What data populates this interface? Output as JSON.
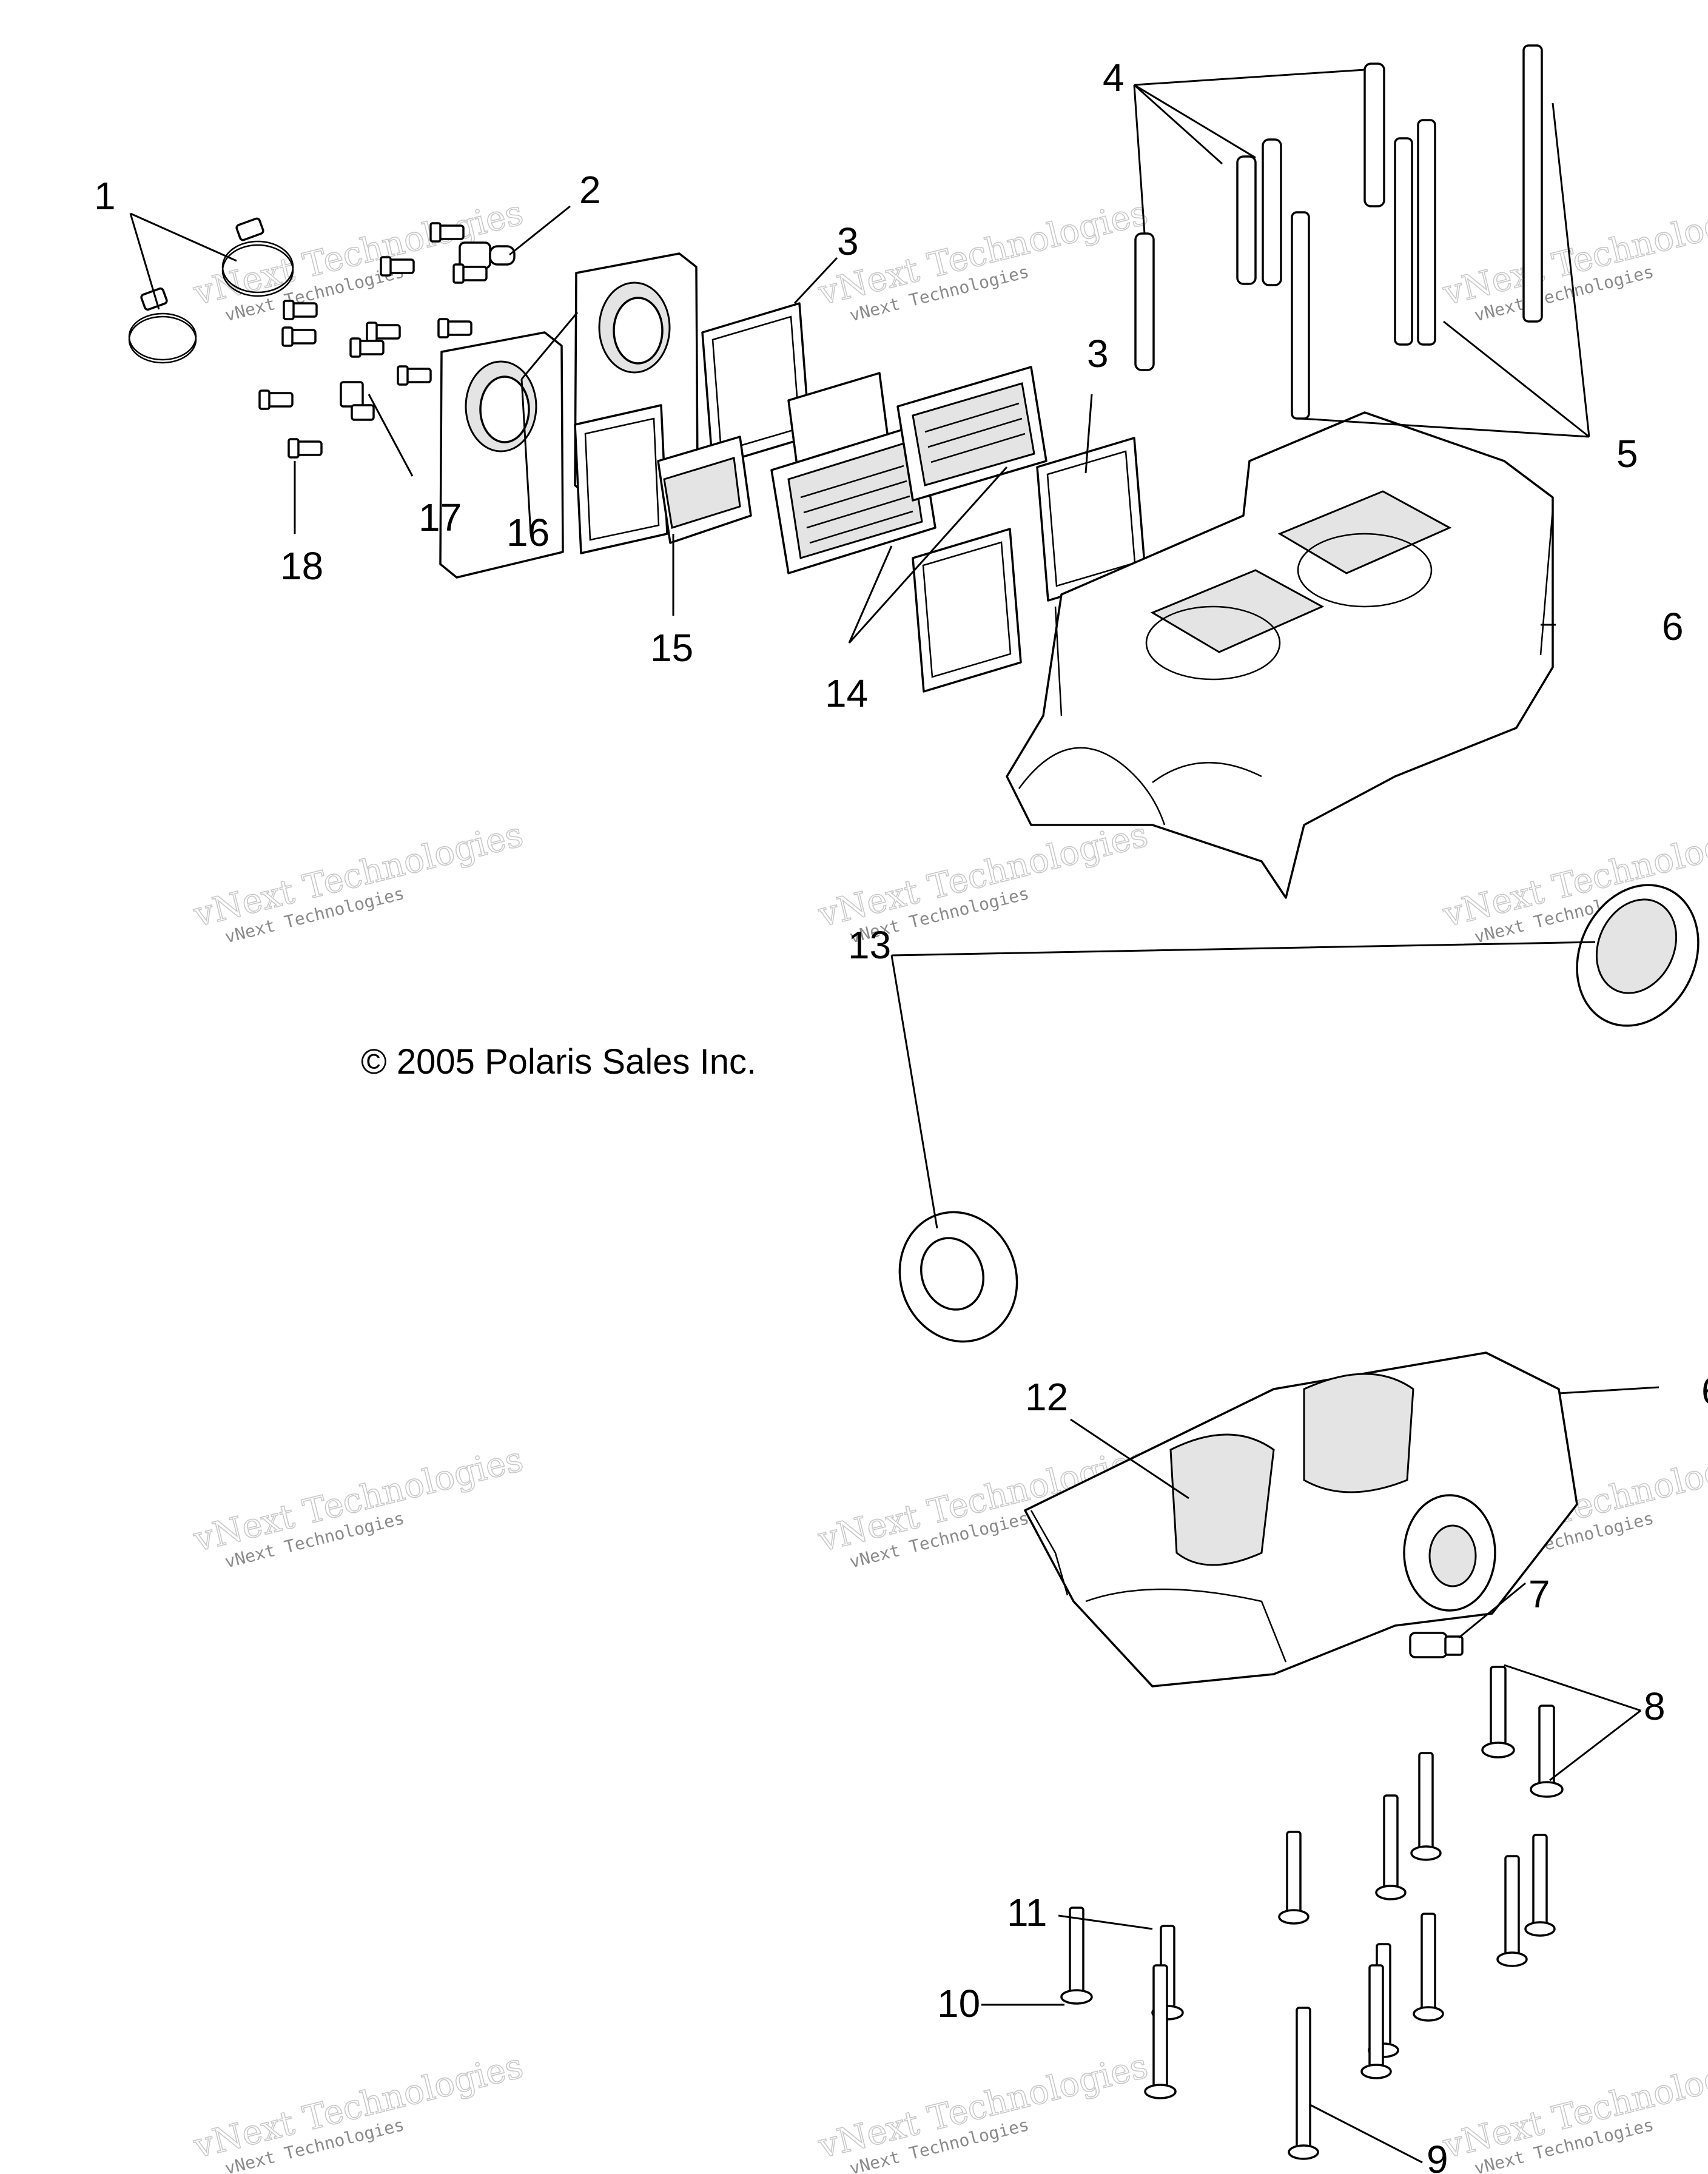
{
  "copyright": "© 2005 Polaris Sales Inc.",
  "watermark": {
    "big": "vNext Technologies",
    "small": "vNext Technologies"
  },
  "callouts": {
    "c1": "1",
    "c2": "2",
    "c3a": "3",
    "c3b": "3",
    "c4": "4",
    "c5": "5",
    "c6a": "6",
    "c6b": "6",
    "c7": "7",
    "c8": "8",
    "c9": "9",
    "c10": "10",
    "c11": "11",
    "c12": "12",
    "c13": "13",
    "c14": "14",
    "c15": "15",
    "c16": "16",
    "c17": "17",
    "c18": "18"
  }
}
